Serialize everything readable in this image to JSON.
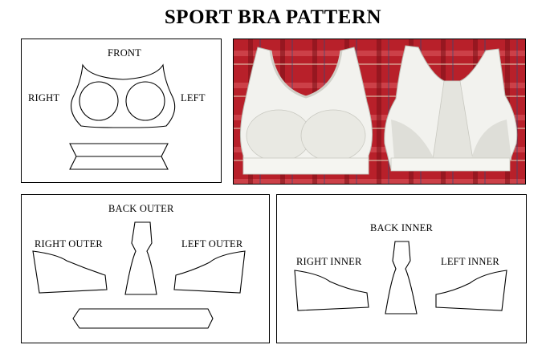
{
  "title": "SPORT BRA PATTERN",
  "front_panel": {
    "front_label": "FRONT",
    "right_label": "RIGHT",
    "left_label": "LEFT"
  },
  "photo": {
    "description_colors": {
      "background_red": "#b8202a",
      "garment_white": "#f2f2ee"
    }
  },
  "back_outer_panel": {
    "back_label": "BACK OUTER",
    "right_label": "RIGHT OUTER",
    "left_label": "LEFT OUTER"
  },
  "back_inner_panel": {
    "back_label": "BACK INNER",
    "right_label": "RIGHT INNER",
    "left_label": "LEFT INNER"
  }
}
